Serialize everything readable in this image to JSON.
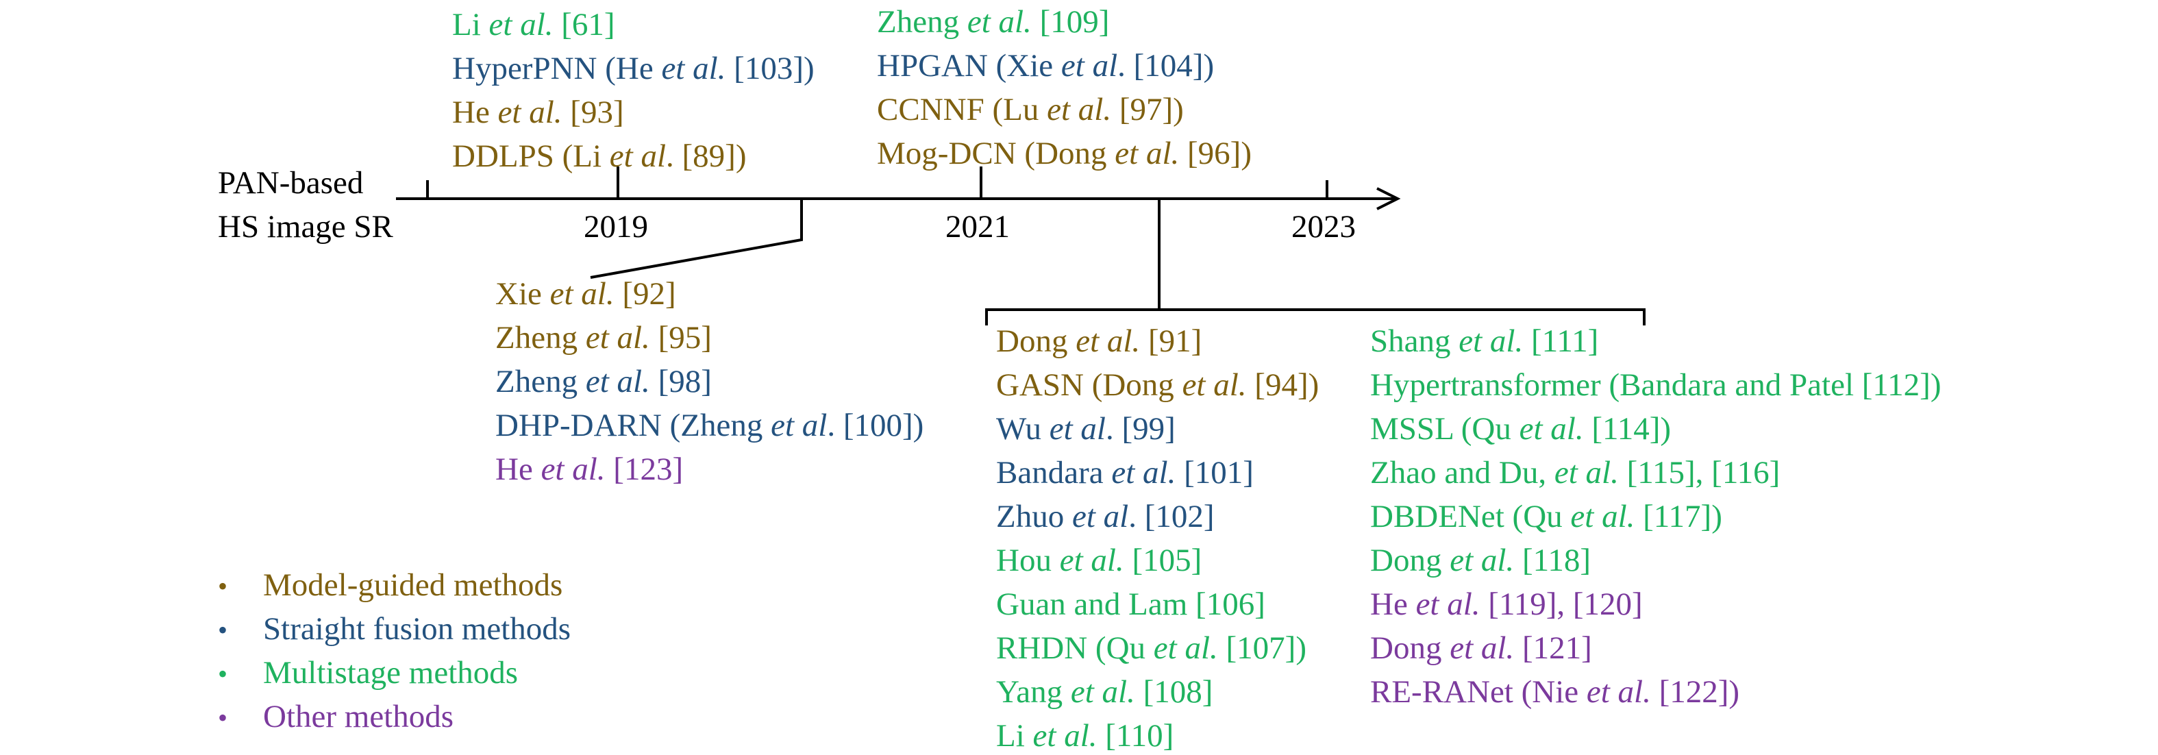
{
  "axis": {
    "label_line1": "PAN-based",
    "label_line2": "HS image SR",
    "ticks": [
      "2019",
      "2021",
      "2023"
    ]
  },
  "colors": {
    "model": "#7f6010",
    "fusion": "#24527f",
    "multistage": "#1fb25f",
    "other": "#7b3a9d"
  },
  "groups": {
    "above_2019": [
      {
        "cat": "multi",
        "pre": "Li ",
        "it": "et al.",
        "post": " [61]"
      },
      {
        "cat": "fusion",
        "pre": "HyperPNN (He ",
        "it": "et al.",
        "post": " [103])"
      },
      {
        "cat": "model",
        "pre": "He ",
        "it": "et al.",
        "post": " [93]"
      },
      {
        "cat": "model",
        "pre": "DDLPS (Li ",
        "it": "et al",
        "post": ". [89])"
      }
    ],
    "above_2021": [
      {
        "cat": "multi",
        "pre": "Zheng ",
        "it": "et al.",
        "post": " [109]"
      },
      {
        "cat": "fusion",
        "pre": "HPGAN (Xie ",
        "it": "et al",
        "post": ". [104])"
      },
      {
        "cat": "model",
        "pre": "CCNNF (Lu ",
        "it": "et al.",
        "post": " [97])"
      },
      {
        "cat": "model",
        "pre": "Mog-DCN (Dong ",
        "it": "et al.",
        "post": " [96])"
      }
    ],
    "below_2020": [
      {
        "cat": "model",
        "pre": "Xie ",
        "it": "et al.",
        "post": " [92]"
      },
      {
        "cat": "model",
        "pre": "Zheng ",
        "it": "et al.",
        "post": " [95]"
      },
      {
        "cat": "fusion",
        "pre": "Zheng ",
        "it": "et al.",
        "post": " [98]"
      },
      {
        "cat": "fusion",
        "pre": "DHP-DARN (Zheng ",
        "it": "et al",
        "post": ". [100])"
      },
      {
        "cat": "other",
        "pre": "He ",
        "it": "et al.",
        "post": " [123]"
      }
    ],
    "below_2022_left": [
      {
        "cat": "model",
        "pre": "Dong ",
        "it": "et al.",
        "post": " [91]"
      },
      {
        "cat": "model",
        "pre": "GASN (Dong ",
        "it": "et al.",
        "post": " [94])"
      },
      {
        "cat": "fusion",
        "pre": "Wu ",
        "it": "et al",
        "post": ". [99]"
      },
      {
        "cat": "fusion",
        "pre": "Bandara ",
        "it": "et al.",
        "post": " [101]"
      },
      {
        "cat": "fusion",
        "pre": "Zhuo ",
        "it": "et al",
        "post": ". [102]"
      },
      {
        "cat": "multi",
        "pre": "Hou ",
        "it": "et al.",
        "post": " [105]"
      },
      {
        "cat": "multi",
        "pre": "Guan and Lam [106]",
        "it": "",
        "post": ""
      },
      {
        "cat": "multi",
        "pre": "RHDN (Qu ",
        "it": "et al.",
        "post": " [107])"
      },
      {
        "cat": "multi",
        "pre": "Yang ",
        "it": "et al.",
        "post": " [108]"
      },
      {
        "cat": "multi",
        "pre": "Li ",
        "it": "et al.",
        "post": " [110]"
      }
    ],
    "below_2022_right": [
      {
        "cat": "multi",
        "pre": "Shang ",
        "it": "et al.",
        "post": " [111]"
      },
      {
        "cat": "multi",
        "pre": "Hypertransformer (Bandara and Patel [112])",
        "it": "",
        "post": ""
      },
      {
        "cat": "multi",
        "pre": "MSSL (Qu ",
        "it": "et al.",
        "post": " [114])"
      },
      {
        "cat": "multi",
        "pre": "Zhao and Du, ",
        "it": "et al.",
        "post": " [115], [116]"
      },
      {
        "cat": "multi",
        "pre": "DBDENet (Qu ",
        "it": "et al.",
        "post": " [117])"
      },
      {
        "cat": "multi",
        "pre": "Dong ",
        "it": "et al.",
        "post": " [118]"
      },
      {
        "cat": "other",
        "pre": "He ",
        "it": "et al.",
        "post": " [119], [120]"
      },
      {
        "cat": "other",
        "pre": "Dong ",
        "it": "et al.",
        "post": " [121]"
      },
      {
        "cat": "other",
        "pre": "RE-RANet (Nie ",
        "it": "et al.",
        "post": " [122])"
      }
    ]
  },
  "legend": [
    {
      "cat": "model",
      "label": "Model-guided methods"
    },
    {
      "cat": "fusion",
      "label": "Straight fusion methods"
    },
    {
      "cat": "multi",
      "label": "Multistage methods"
    },
    {
      "cat": "other",
      "label": "Other methods"
    }
  ]
}
